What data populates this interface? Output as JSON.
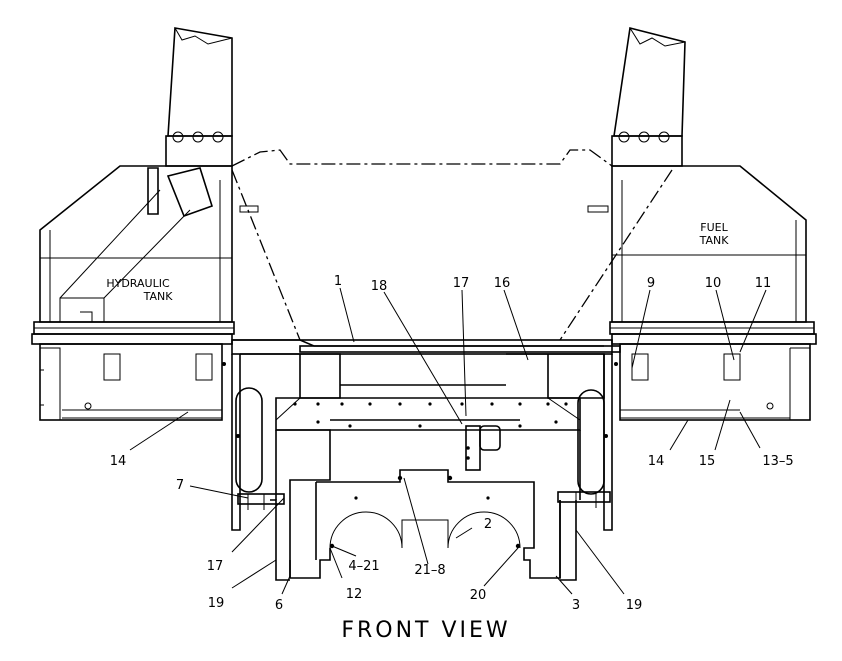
{
  "caption": "FRONT VIEW",
  "tank_labels": {
    "hydraulic_line1": "HYDRAULIC",
    "hydraulic_line2": "TANK",
    "fuel_line1": "FUEL",
    "fuel_line2": "TANK"
  },
  "callouts": {
    "c1": "1",
    "c18": "18",
    "c17_top": "17",
    "c16": "16",
    "c9": "9",
    "c10": "10",
    "c11": "11",
    "c14_left": "14",
    "c14_right": "14",
    "c15": "15",
    "c13_5": "13–5",
    "c7": "7",
    "c2": "2",
    "c17_bottom": "17",
    "c4_21": "4–21",
    "c21_8": "21–8",
    "c19_left": "19",
    "c6": "6",
    "c12": "12",
    "c20": "20",
    "c3": "3",
    "c19_right": "19"
  }
}
